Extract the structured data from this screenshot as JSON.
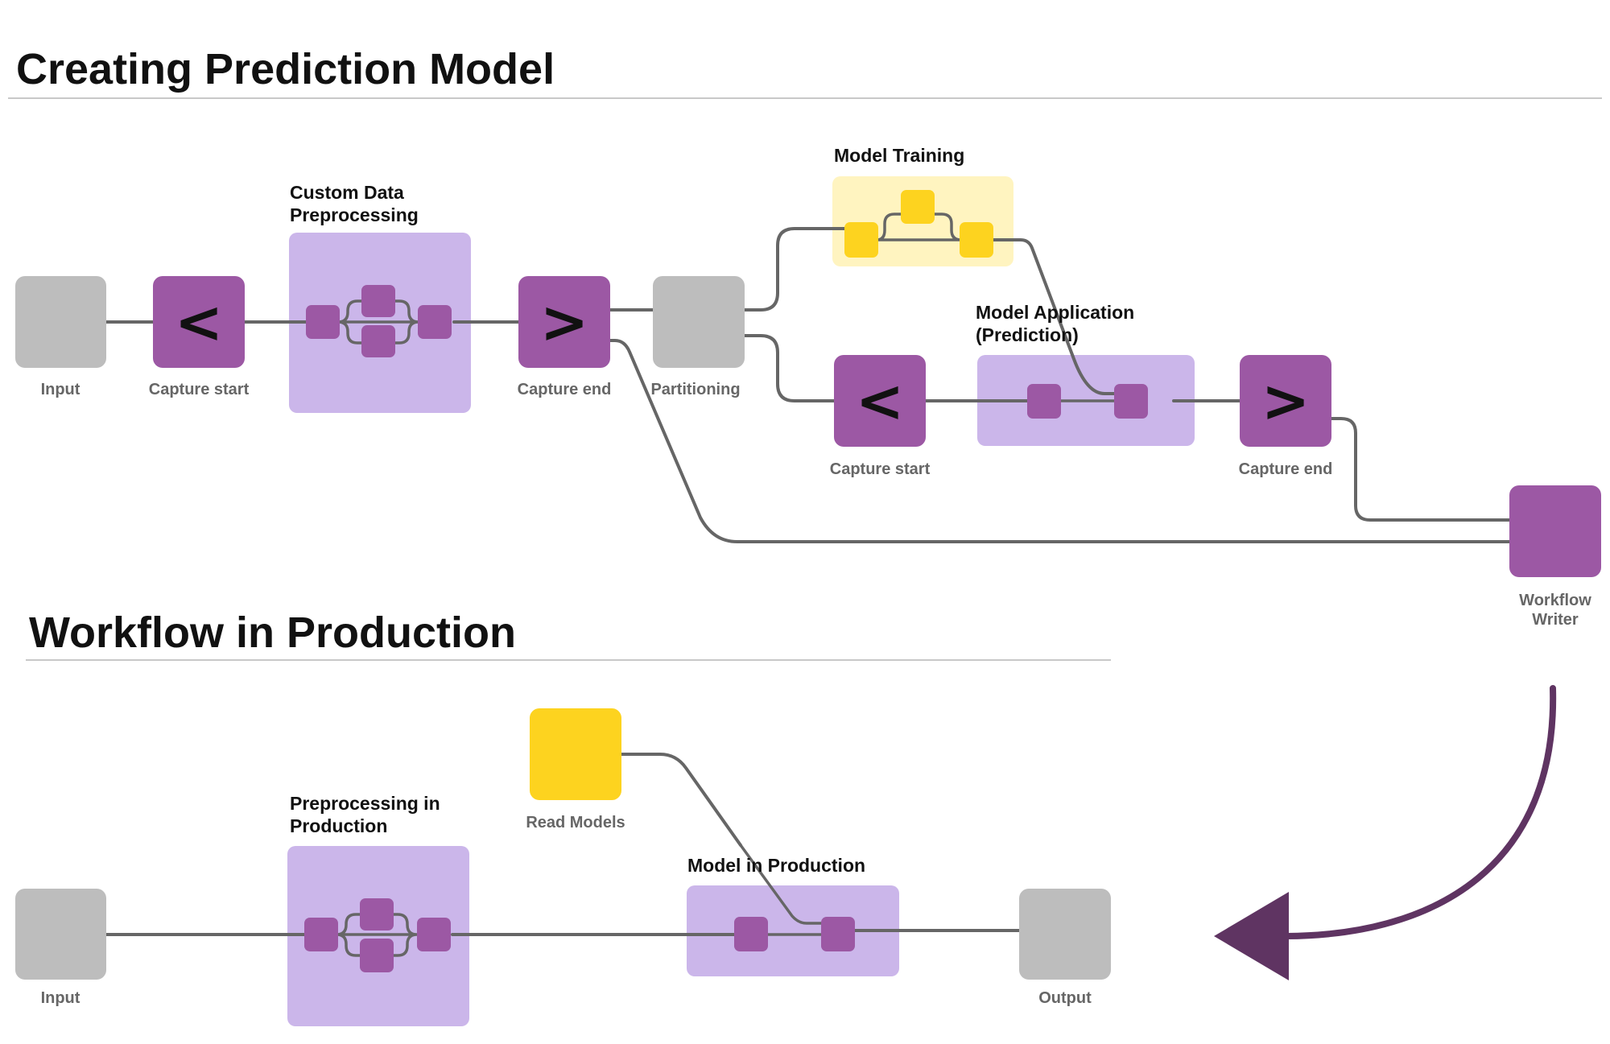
{
  "titles": {
    "creating": "Creating Prediction Model",
    "production": "Workflow in Production"
  },
  "top": {
    "input_label": "Input",
    "capture_start_label": "Capture start",
    "capture_start_glyph": "<",
    "preprocessing_label_line1": "Custom Data",
    "preprocessing_label_line2": "Preprocessing",
    "capture_end_label": "Capture end",
    "capture_end_glyph": ">",
    "partitioning_label": "Partitioning",
    "model_training_label": "Model Training",
    "model_application_line1": "Model Application",
    "model_application_line2": "(Prediction)",
    "capture_start2_label": "Capture start",
    "capture_start2_glyph": "<",
    "capture_end2_label": "Capture end",
    "capture_end2_glyph": ">",
    "workflow_writer_line1": "Workflow",
    "workflow_writer_line2": "Writer"
  },
  "bottom": {
    "read_models_label": "Read Models",
    "preprocessing_prod_line1": "Preprocessing in",
    "preprocessing_prod_line2": "Production",
    "model_in_production_label": "Model in Production",
    "input_label": "Input",
    "output_label": "Output"
  },
  "colors": {
    "gray_node": "#bdbdbd",
    "purple_node": "#9c58a4",
    "light_purple_box": "#cbb6ea",
    "yellow_node": "#fdd31f",
    "light_yellow_box": "#fff4c0",
    "wire": "#666666",
    "arrow": "#5f3462"
  }
}
